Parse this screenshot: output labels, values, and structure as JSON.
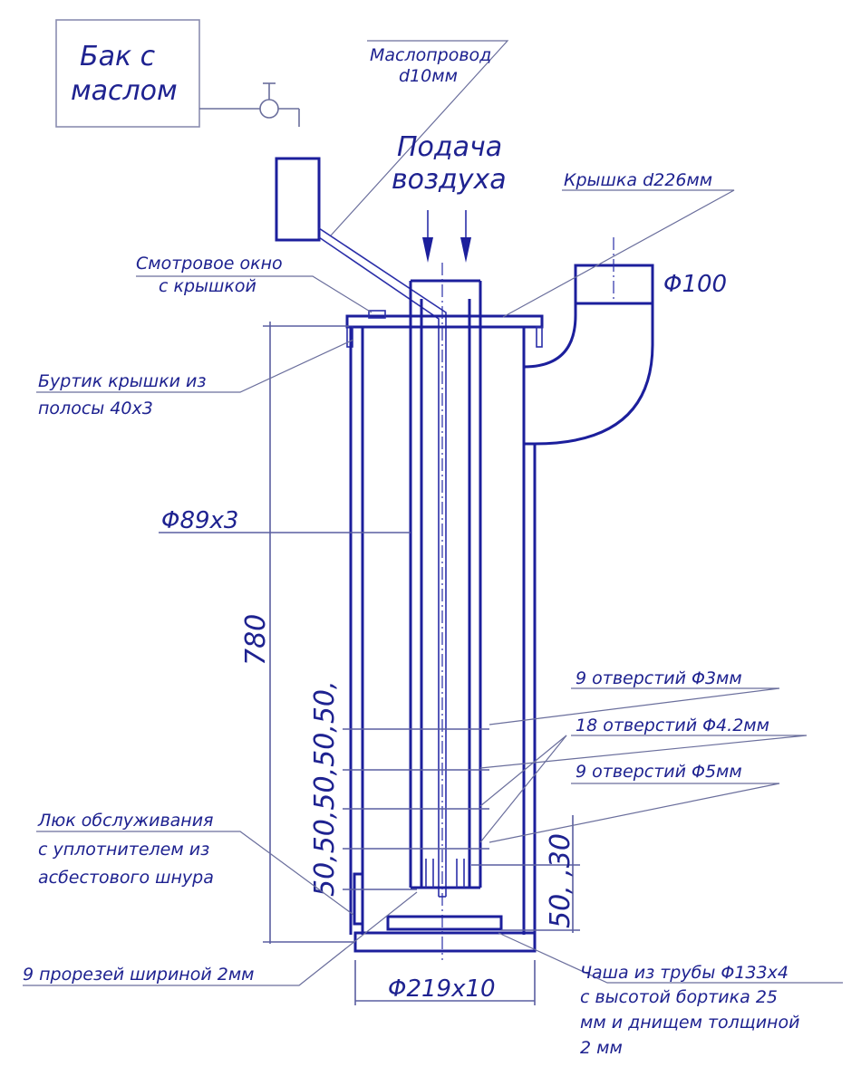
{
  "tank": {
    "line1": "Бак с",
    "line2": "маслом"
  },
  "labels": {
    "oil_pipe_1": "Маслопровод",
    "oil_pipe_2": "d10мм",
    "air_1": "Подача",
    "air_2": "воздуха",
    "lid": "Крышка d226мм",
    "chimney": "Φ100",
    "window_1": "Смотровое окно",
    "window_2": "с крышкой",
    "rim_1": "Буртик крышки из",
    "rim_2": "полосы 40х3",
    "inner_pipe": "Φ89х3",
    "height": "780",
    "holes_3": "9 отверстий Φ3мм",
    "holes_42": "18 отверстий Φ4.2мм",
    "holes_5": "9 отверстий Φ5мм",
    "hatch_1": "Люк обслуживания",
    "hatch_2": "с уплотнителем из",
    "hatch_3": "асбестового шнура",
    "slots": "9 прорезей шириной 2мм",
    "body": "Φ219х10",
    "bowl_1": "Чаша из трубы Φ133х4",
    "bowl_2": "с высотой бортика 25",
    "bowl_3": "мм и днищем толщиной",
    "bowl_4": "2 мм",
    "dim_left": "50,50,50,50,50,",
    "dim_right": "50, ,30"
  },
  "colors": {
    "line": "#1c1f9c",
    "text": "#1e2290",
    "leader": "#6a6e9c"
  }
}
